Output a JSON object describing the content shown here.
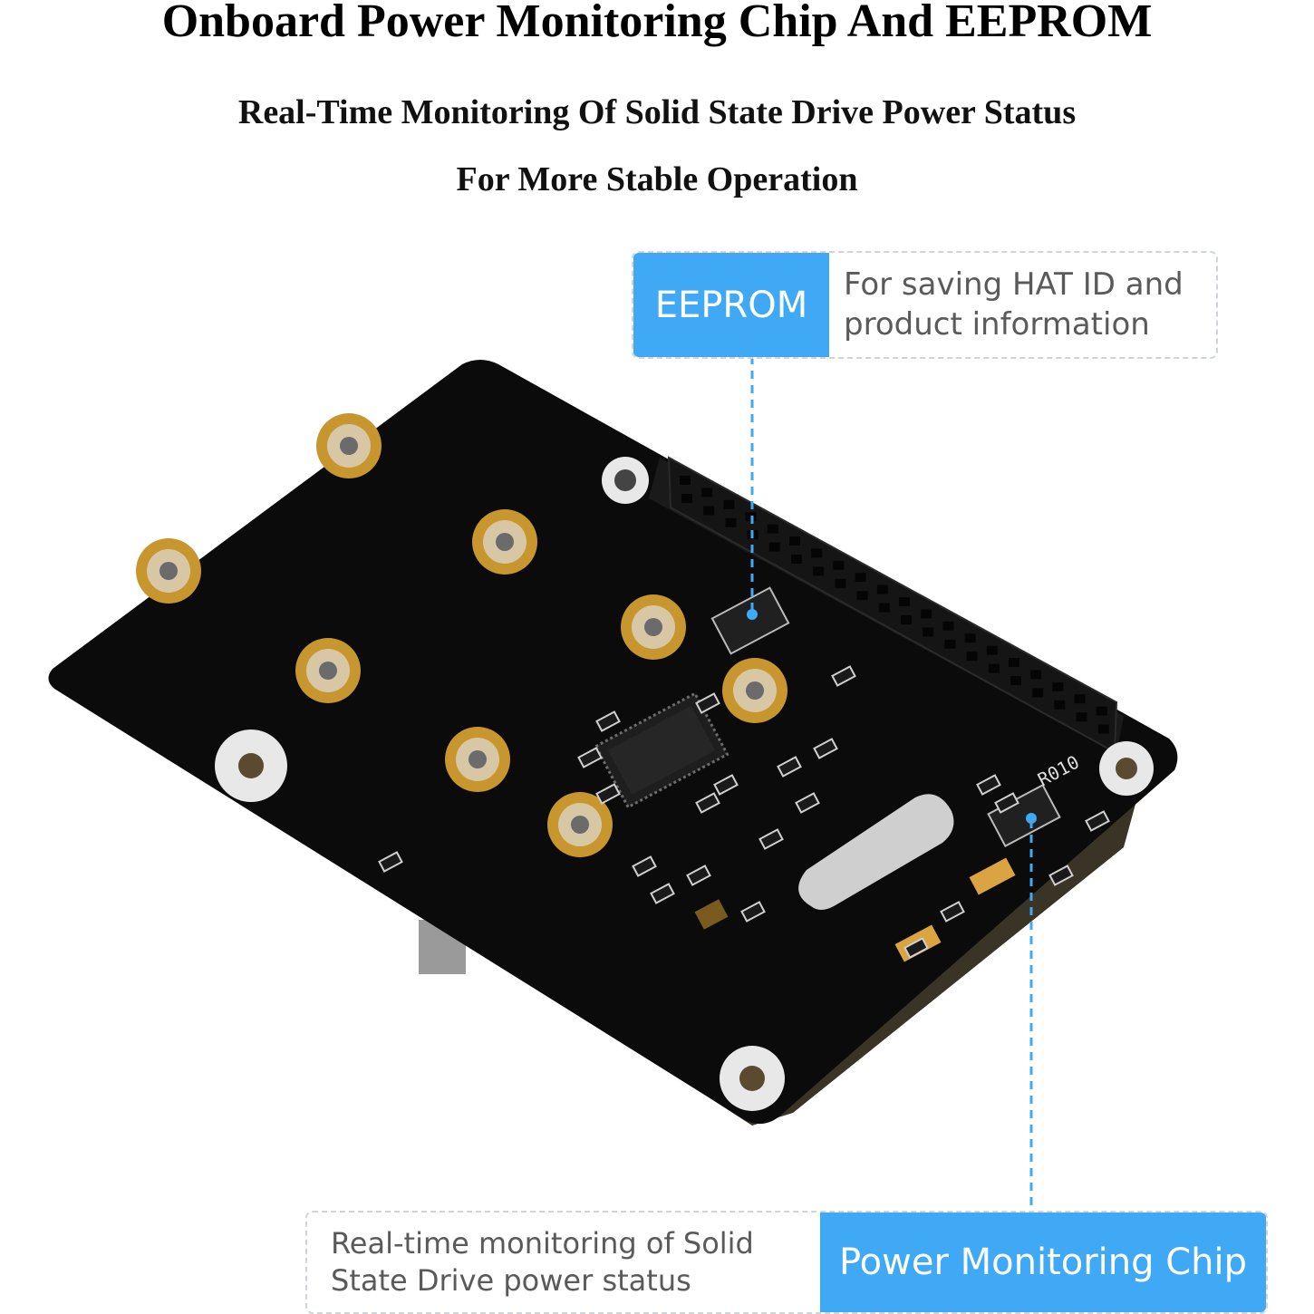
{
  "title": "Onboard Power Monitoring Chip And EEPROM",
  "subtitle_line1": "Real-Time Monitoring Of Solid State Drive Power Status",
  "subtitle_line2": "For More Stable Operation",
  "eeprom": {
    "label": "EEPROM",
    "description": "For saving HAT ID and product information"
  },
  "power_chip": {
    "label": "Power Monitoring Chip",
    "description": "Real-time monitoring of Solid State Drive power status"
  },
  "board_marking": "R010",
  "colors": {
    "accent": "#3fa9f5",
    "pcb": "#0b0b0b",
    "gold": "#c8962e"
  }
}
